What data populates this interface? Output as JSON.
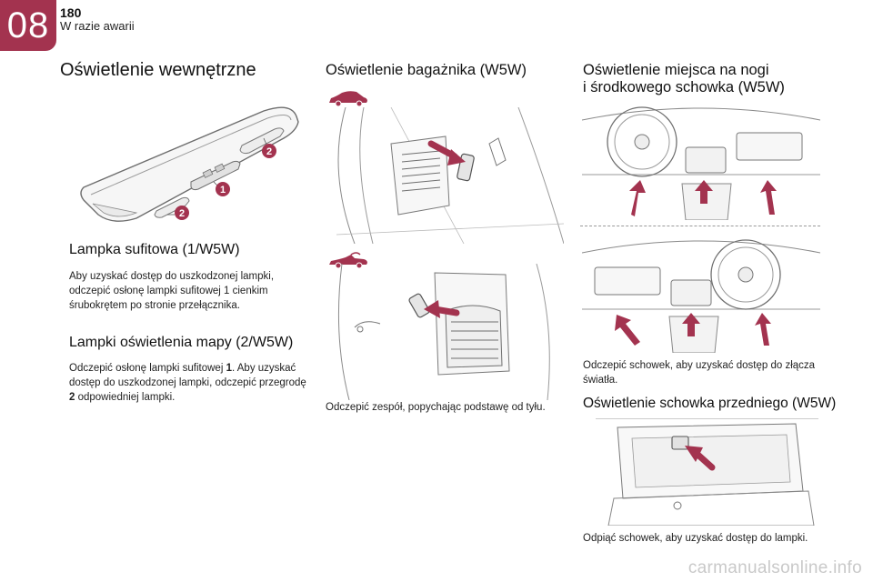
{
  "header": {
    "chapter": "08",
    "page_number": "180",
    "section": "W razie awarii"
  },
  "colors": {
    "accent": "#a3334f",
    "line": "#8a8a8a"
  },
  "col1": {
    "title": "Oświetlenie wewnętrzne",
    "callout_1": "1",
    "callout_2a": "2",
    "callout_2b": "2",
    "sub1_title": "Lampka sufitowa (1/W5W)",
    "sub1_text_line1": "Aby uzyskać dostęp do uszkodzonej lampki,",
    "sub1_text_line2": "odczepić osłonę lampki sufitowej 1 cienkim",
    "sub1_text_line3": "śrubokrętem po stronie przełącznika.",
    "sub2_title": "Lampki oświetlenia mapy (2/W5W)",
    "sub2_text_a": "Odczepić osłonę lampki sufitowej ",
    "sub2_bold_1": "1",
    "sub2_text_b": ". Aby uzyskać",
    "sub2_text_line2": "dostęp do uszkodzonej lampki, odczepić przegrodę",
    "sub2_bold_2": "2",
    "sub2_text_line3": " odpowiedniej lampki."
  },
  "col2": {
    "title": "Oświetlenie bagażnika (W5W)",
    "caption": "Odczepić zespół, popychając podstawę od tyłu."
  },
  "col3": {
    "title_line1": "Oświetlenie miejsca na nogi",
    "title_line2": "i środkowego schowka (W5W)",
    "caption_line1": "Odczepić schowek, aby uzyskać dostęp do złącza",
    "caption_line2": "światła.",
    "sub_title": "Oświetlenie schowka przedniego (W5W)",
    "sub_caption": "Odpiąć schowek, aby uzyskać dostęp do lampki."
  },
  "footer": {
    "watermark": "carmanualsonline.info"
  }
}
